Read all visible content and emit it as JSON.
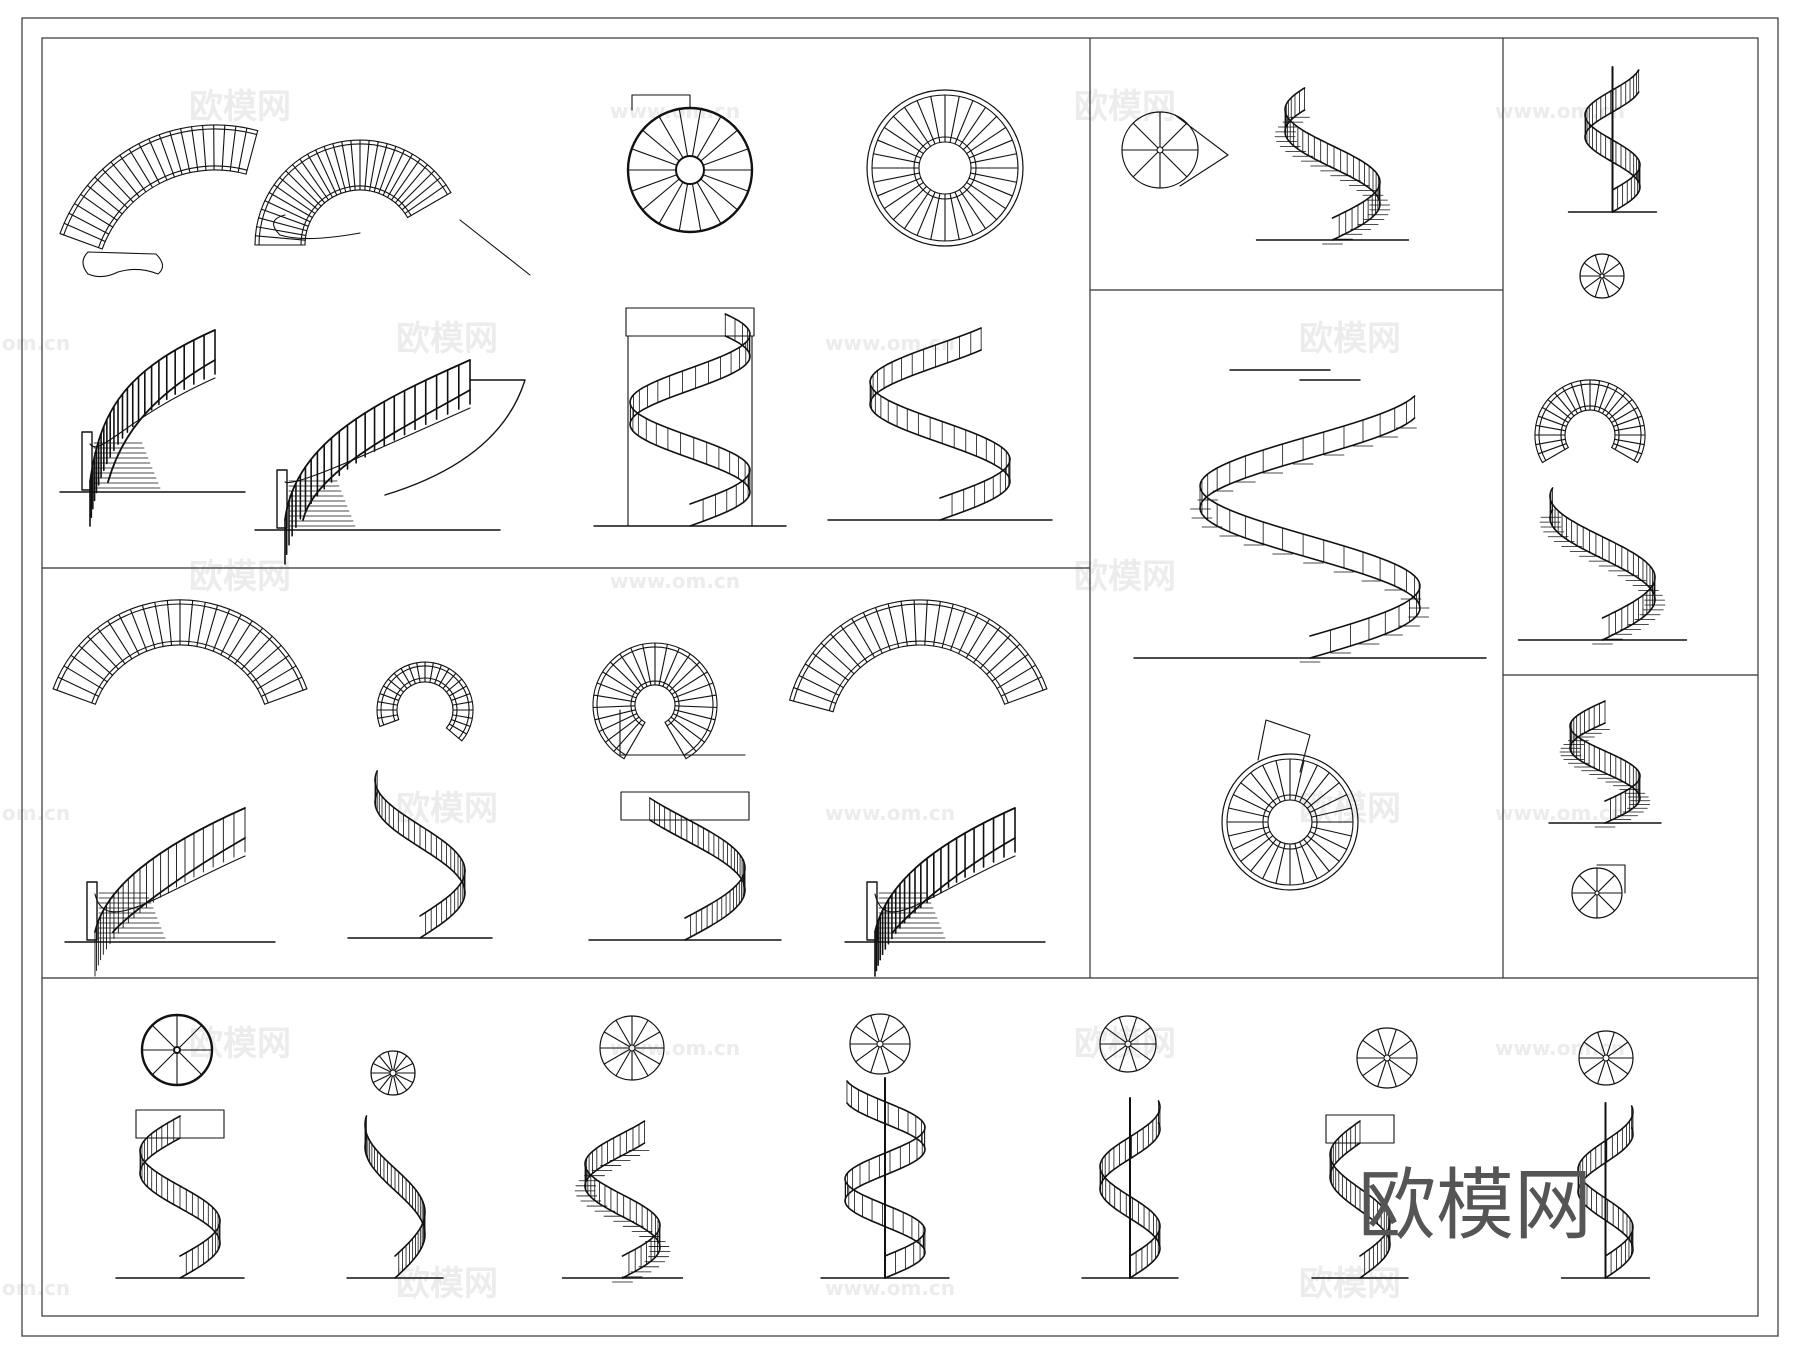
{
  "watermark": {
    "brand": "欧模网",
    "url": "www.om.cn",
    "url_edge": "om.cn"
  },
  "logo": {
    "text": "欧模网"
  },
  "colors": {
    "line": "#111111",
    "frame": "#333333",
    "watermark": "#e6e6e6",
    "logo": "#555555"
  }
}
